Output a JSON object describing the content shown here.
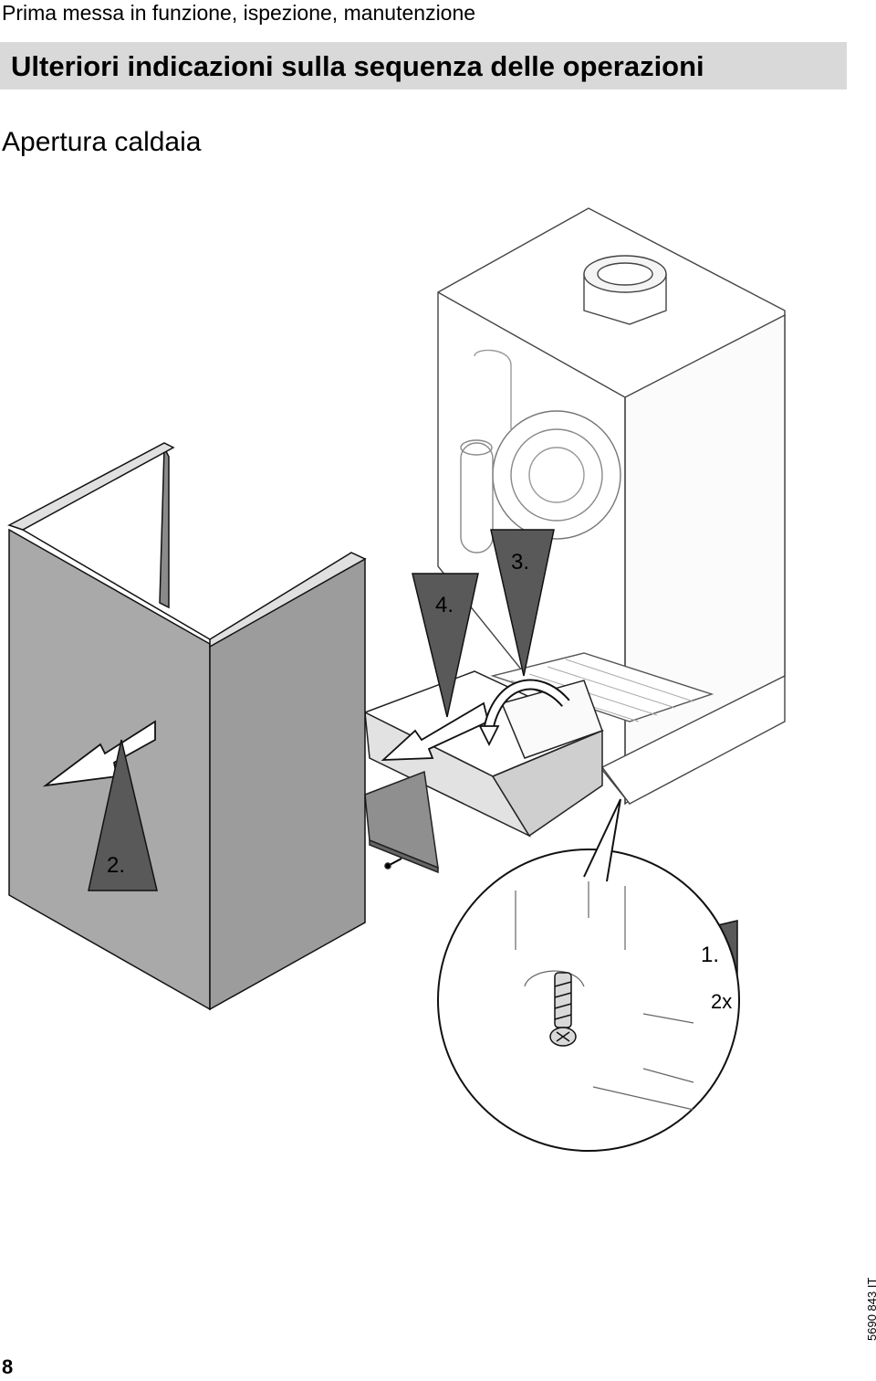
{
  "header": {
    "running_title": "Prima messa in funzione, ispezione, manutenzione"
  },
  "section": {
    "title": "Ulteriori indicazioni sulla sequenza delle operazioni"
  },
  "subsection": {
    "title": "Apertura caldaia"
  },
  "figure": {
    "steps": [
      {
        "label": "1.",
        "note": "2x"
      },
      {
        "label": "2."
      },
      {
        "label": "3."
      },
      {
        "label": "4."
      }
    ]
  },
  "footer": {
    "page_number": "8",
    "doc_code": "5690 843 IT"
  }
}
